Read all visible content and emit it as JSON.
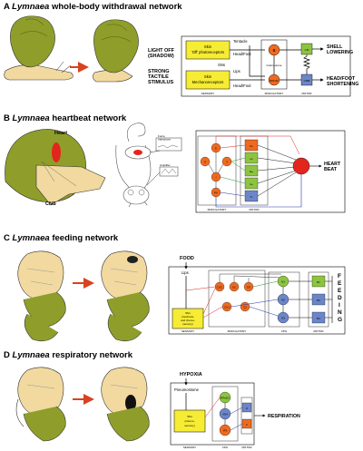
{
  "colors": {
    "shell_green": "#8f9e2a",
    "body_tan": "#f2d9a0",
    "box_yellow": "#f7ec34",
    "neuron_orange": "#ef6a1f",
    "neuron_red": "#e3261d",
    "neuron_green": "#8cc43f",
    "neuron_blue": "#6b86c8",
    "line_red": "#d22",
    "line_blue": "#2233aa",
    "line_green": "#2b8f2b",
    "arrow_red": "#d8431f"
  },
  "panelA": {
    "letter": "A",
    "title_italic": "Lymnaea",
    "title_rest": "whole-body withdrawal network",
    "stim1": "LIGHT OFF",
    "stim1b": "(SHADOW)",
    "stim2": "STRONG",
    "stim2b": "TACTILE",
    "stim2c": "STIMULUS",
    "box1a": "Skin",
    "box1b": "'Off' photoreceptors",
    "box2a": "Skin",
    "box2b": "Mechanoreceptors",
    "tentacle": "Tentacle",
    "headfoot": "Head/Foot",
    "sns": "SNs",
    "lips": "Lips",
    "headfoot2": "Head/Foot",
    "interneurone": "Interneurone",
    "n1": "S",
    "n2": "RPD11",
    "m1": "CM",
    "m2": "CMB",
    "out1a": "SHELL",
    "out1b": "LOWERING",
    "out2a": "HEAD/FOOT",
    "out2b": "SHORTENING",
    "sec1": "SENSORY",
    "sec2": "MODULATORY",
    "sec3": "MOTOR"
  },
  "panelB": {
    "letter": "B",
    "title_italic": "Lymnaea",
    "title_rest": "heartbeat network",
    "heart": "Heart",
    "cns": "CNS",
    "force": "Force",
    "transducer": "transducer",
    "amplifier": "Amplifier",
    "n_left": [
      "E",
      "S",
      "V",
      "I",
      "PV"
    ],
    "m_right": [
      "Ke",
      "Hₒ",
      "Eₘ",
      "Gₒ",
      "Tₑ"
    ],
    "out_a": "HEART",
    "out_b": "BEAT",
    "sec1": "MODULATORY",
    "sec2": "MOTOR"
  },
  "panelC": {
    "letter": "C",
    "title_italic": "Lymnaea",
    "title_rest": "feeding network",
    "food": "FOOD",
    "lips": "Lips",
    "sns_a": "SNs",
    "sns_b": "(mechano-",
    "sns_c": "and chemo-",
    "sns_d": "sensory)",
    "mod_nodes": [
      "CGC",
      "OC",
      "SO",
      "CV1",
      "C2"
    ],
    "cpg_nodes": [
      "N1",
      "N2",
      "N3"
    ],
    "motor_nodes": [
      "B1",
      "B3",
      "B4"
    ],
    "feeding": [
      "F",
      "E",
      "E",
      "D",
      "I",
      "N",
      "G"
    ],
    "sec1": "SENSORY",
    "sec2": "MODULATORY",
    "sec3": "CPG",
    "sec4": "MOTOR"
  },
  "panelD": {
    "letter": "D",
    "title_italic": "Lymnaea",
    "title_rest": "respiratory network",
    "hypoxia": "HYPOXIA",
    "pneumo": "Pneumostome",
    "sns_a": "SNs",
    "sns_b": "(chemo-",
    "sns_c": "sensory)",
    "cpg_nodes": [
      "RPeD1",
      "VD4",
      "IP3"
    ],
    "motor_nodes": [
      "O",
      "C"
    ],
    "out": "RESPIRATION",
    "sec1": "SENSORY",
    "sec2": "CPG",
    "sec3": "MOTOR"
  }
}
